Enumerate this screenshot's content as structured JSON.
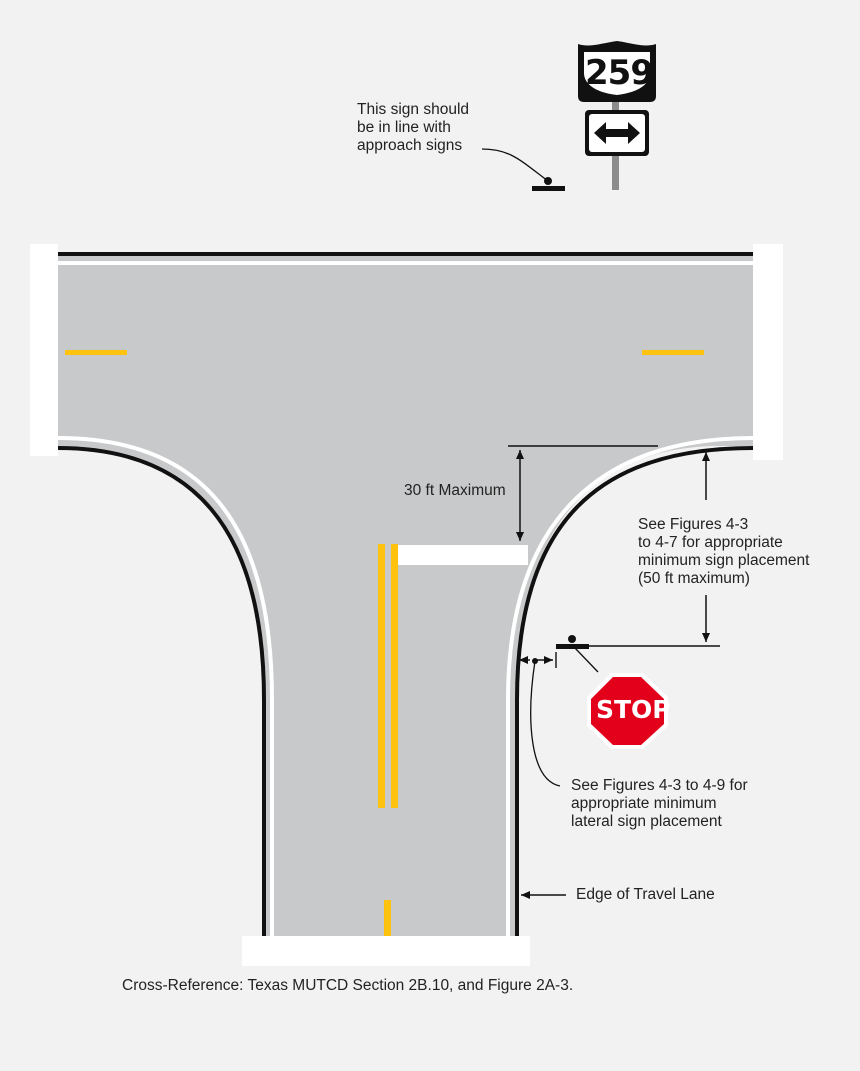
{
  "route_shield": {
    "number": "259",
    "arrow_plaque": "double-arrow-icon",
    "shield_color": "#111111"
  },
  "stop_sign": {
    "text": "STOP",
    "color": "#e3001b"
  },
  "colors": {
    "pavement": "#c8c9ca",
    "background": "#f2f2f2",
    "centerline": "#ffc20e",
    "edge": "#111111",
    "edge_line": "#ffffff"
  },
  "annotations": {
    "sign_alignment": [
      "This sign should",
      "be in line with",
      "approach signs"
    ],
    "max_distance": "30 ft Maximum",
    "sign_placement": [
      "See Figures 4-3",
      "to 4-7 for  appropriate",
      "minimum sign placement",
      "(50 ft maximum)"
    ],
    "lateral_placement": [
      "See Figures 4-3 to 4-9 for",
      "appropriate minimum",
      "lateral sign placement"
    ],
    "edge_label": "Edge of Travel Lane"
  },
  "footer": {
    "cross_reference": "Cross-Reference: Texas MUTCD Section  2B.10, and Figure 2A-3."
  }
}
